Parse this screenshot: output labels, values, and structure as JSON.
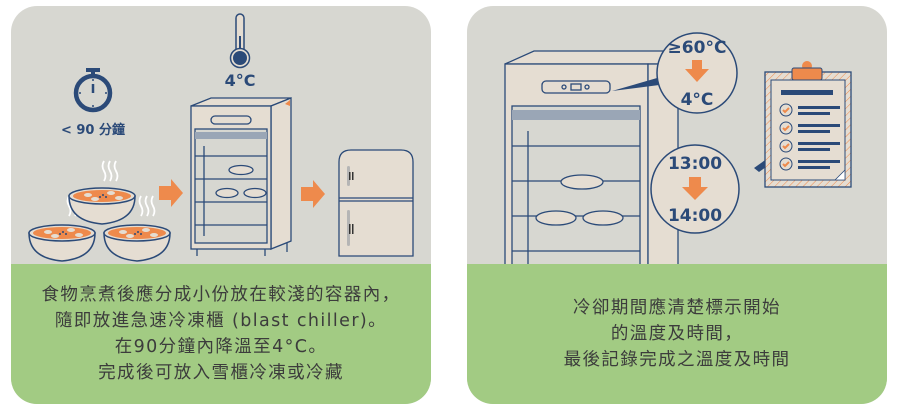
{
  "colors": {
    "panel_bg": "#d7d7d1",
    "caption_bg": "#a2cb83",
    "navy": "#2b4a78",
    "orange": "#ee8a4c",
    "cream": "#e5ddd2",
    "text": "#3c3c3c"
  },
  "left_panel": {
    "timer_label": "< 90 分鐘",
    "thermometer_label": "4°C",
    "icons": [
      "stopwatch-icon",
      "thermometer-icon",
      "hot-bowls-icon",
      "arrow-right-icon",
      "blast-chiller-icon",
      "arrow-right-icon",
      "refrigerator-icon"
    ],
    "caption_lines": [
      "食物烹煮後應分成小份放在較淺的容器內，",
      "隨即放進急速冷凍櫃 (blast chiller)。",
      "在90分鐘內降溫至4°C。",
      "完成後可放入雪櫃冷凍或冷藏"
    ]
  },
  "right_panel": {
    "temp_bubble": {
      "from": "≥60°C",
      "to": "4°C"
    },
    "time_bubble": {
      "from": "13:00",
      "to": "14:00"
    },
    "icons": [
      "blast-chiller-icon",
      "clipboard-checklist-icon",
      "arrow-down-icon"
    ],
    "caption_lines": [
      "冷卻期間應清楚標示開始",
      "的溫度及時間，",
      "最後記錄完成之溫度及時間"
    ]
  }
}
